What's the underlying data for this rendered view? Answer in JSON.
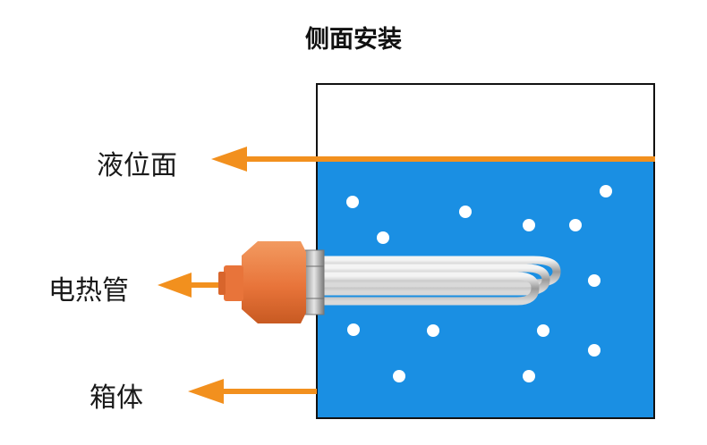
{
  "title": "侧面安装",
  "labels": {
    "liquid_level": "液位面",
    "heating_tube": "电热管",
    "tank_body": "箱体"
  },
  "colors": {
    "water": "#1a8fe3",
    "arrow": "#f2901e",
    "heater_cap": "#e8743a",
    "tank_border": "#111111"
  }
}
